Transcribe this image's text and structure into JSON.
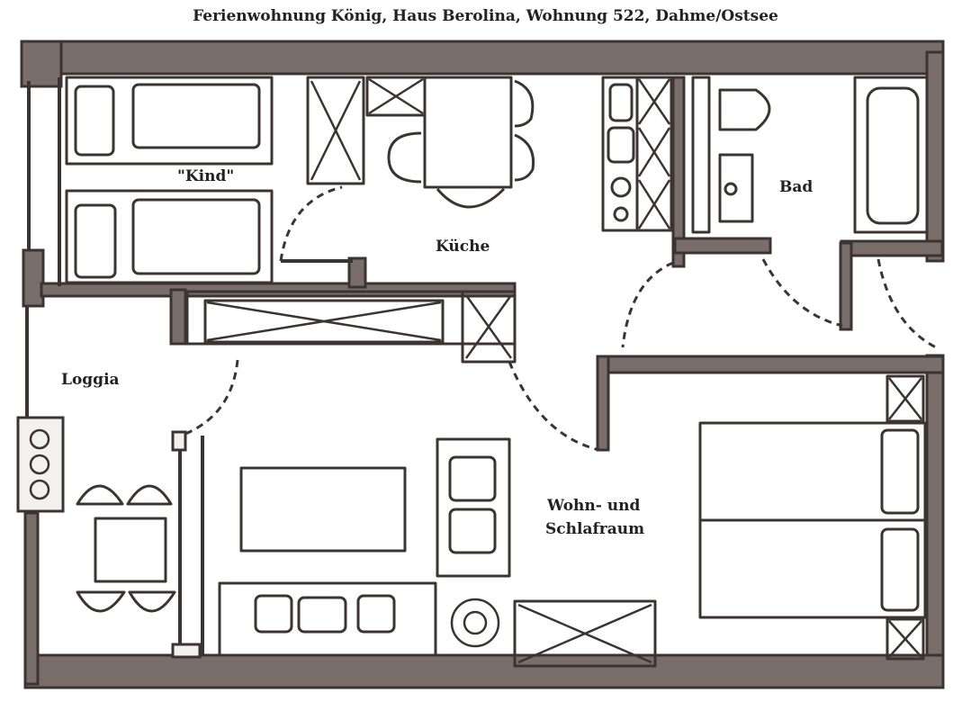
{
  "title": "Ferienwohnung König, Haus Berolina, Wohnung 522, Dahme/Ostsee",
  "rooms": {
    "kind": "\"Kind\"",
    "kueche": "Küche",
    "bad": "Bad",
    "loggia": "Loggia",
    "wohn_line1": "Wohn- und",
    "wohn_line2": "Schlafraum"
  },
  "colors": {
    "wall": "#7a6e6a",
    "ink": "#3b3432",
    "paper": "#ffffff"
  }
}
